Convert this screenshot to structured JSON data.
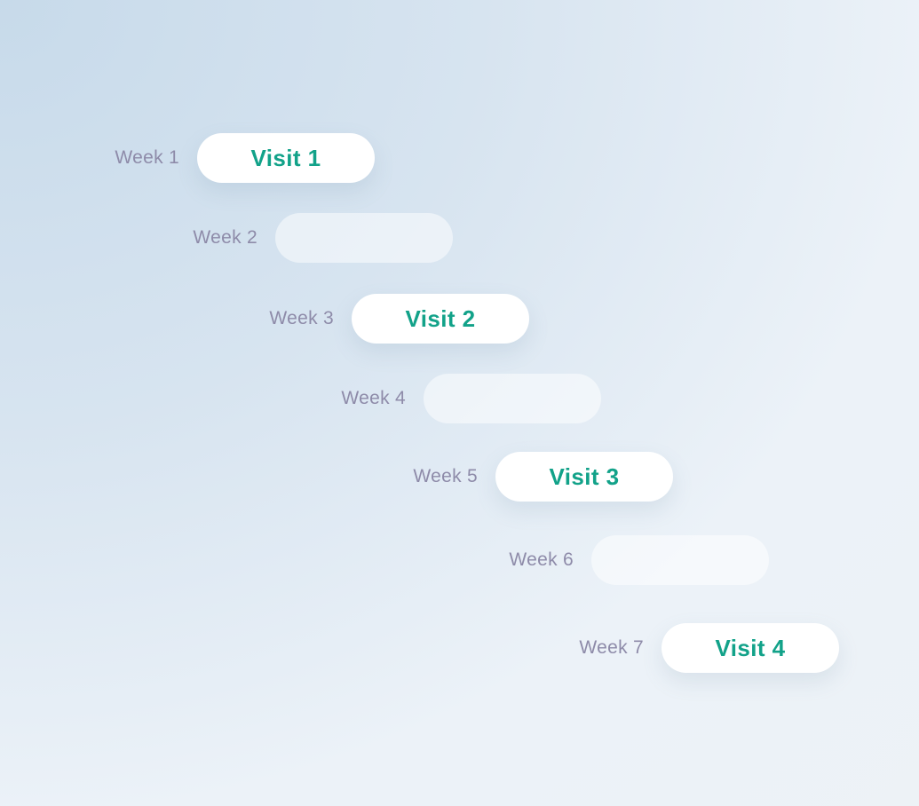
{
  "colors": {
    "accent_green": "#12a289",
    "week_label": "#8e8ba9",
    "pill_active_bg": "#ffffff",
    "pill_inactive_bg": "rgba(255,255,255,0.5)",
    "background_top_left": "#c7daea",
    "background_far": "#edf2f6"
  },
  "timeline": {
    "rows": [
      {
        "week_label": "Week 1",
        "visit_label": "Visit 1",
        "state": "active"
      },
      {
        "week_label": "Week 2",
        "visit_label": "",
        "state": "inactive"
      },
      {
        "week_label": "Week 3",
        "visit_label": "Visit 2",
        "state": "active"
      },
      {
        "week_label": "Week 4",
        "visit_label": "",
        "state": "inactive"
      },
      {
        "week_label": "Week 5",
        "visit_label": "Visit 3",
        "state": "active"
      },
      {
        "week_label": "Week 6",
        "visit_label": "",
        "state": "inactive"
      },
      {
        "week_label": "Week 7",
        "visit_label": "Visit 4",
        "state": "active"
      }
    ]
  }
}
